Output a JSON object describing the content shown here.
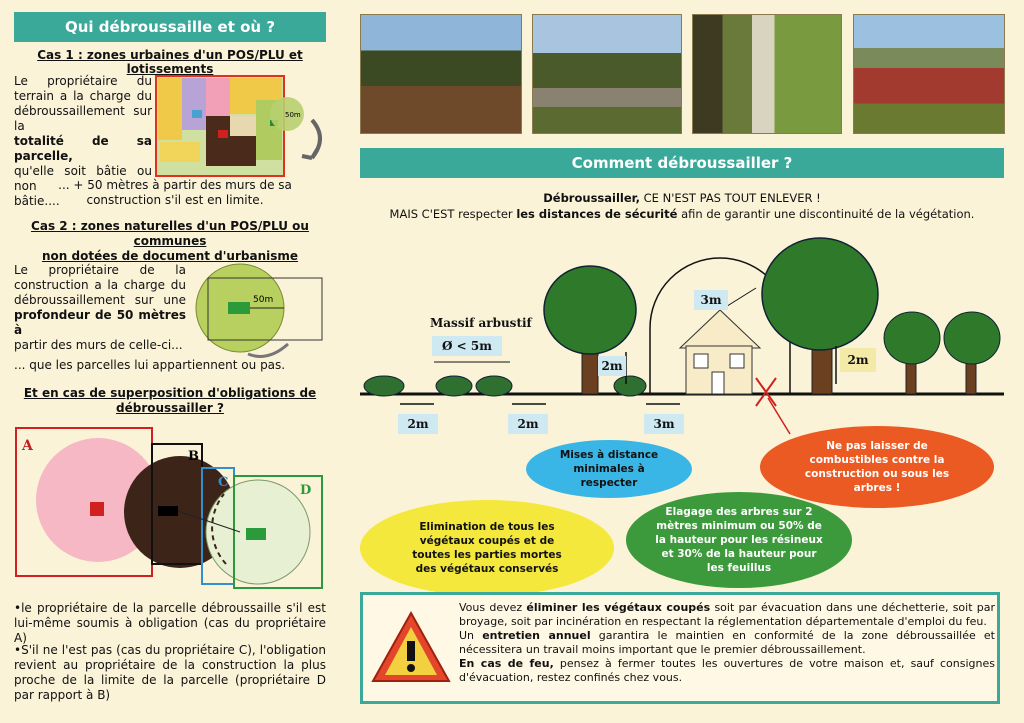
{
  "left": {
    "header": "Qui débroussaille et où ?",
    "cas1_title": "Cas 1 : zones urbaines d'un POS/PLU et lotissements",
    "cas1_l1": "Le propriétaire du",
    "cas1_l2": "terrain a la charge du",
    "cas1_l3": "débroussaillement sur la",
    "cas1_l4": "totalité de sa parcelle,",
    "cas1_l5": "qu'elle soit bâtie ou non",
    "cas1_l6": "bâtie....",
    "cas1_after1": "... + 50 mètres à partir des murs de sa",
    "cas1_after2": "construction s'il est en limite.",
    "cas1_50m": "50m",
    "cas2_title1": "Cas 2 : zones naturelles d'un POS/PLU ou communes",
    "cas2_title2": "non dotées de document d'urbanisme",
    "cas2_l1": "Le propriétaire de la",
    "cas2_l2": "construction a la charge du",
    "cas2_l3": "débroussaillement sur une",
    "cas2_l4": "profondeur de 50 mètres à",
    "cas2_l5": "partir des murs de celle-ci...",
    "cas2_after": "... que les parcelles lui appartiennent ou pas.",
    "cas2_50m": "50m",
    "overlap_title1": "Et en cas de superposition d'obligations de",
    "overlap_title2": "débroussailler ?",
    "labels": [
      "A",
      "B",
      "C",
      "D"
    ],
    "bullet1": "•le propriétaire de la parcelle débroussaille s'il est lui-même soumis à obligation (cas du propriétaire A)",
    "bullet2": "•S'il ne l'est pas (cas du propriétaire C), l'obligation revient au propriétaire de la construction la plus proche de la limite de la parcelle (propriétaire D par rapport à B)"
  },
  "right": {
    "header": "Comment débroussailler ?",
    "intro1_bold": "Débroussailler,",
    "intro1_rest": " CE N'EST PAS TOUT ENLEVER !",
    "intro2_a": "MAIS C'EST respecter ",
    "intro2_bold": "les distances de sécurité",
    "intro2_c": " afin de garantir une discontinuité de la végétation.",
    "massif": "Massif arbustif",
    "diam": "Ø  < 5m",
    "d3m_top": "3m",
    "d2m_mid": "2m",
    "d2m_right": "2m",
    "ground_dists": [
      "2m",
      "2m",
      "3m"
    ],
    "blue_ellipse": "Mises à distance minimales à respecter",
    "orange_ellipse": "Ne pas laisser de combustibles contre la construction ou sous les arbres !",
    "yellow_ellipse": "Elimination de tous les végétaux coupés et de toutes les parties mortes des végétaux conservés",
    "green_ellipse": "Elagage des arbres sur 2 mètres minimum ou 50% de la hauteur pour les résineux et 30% de la hauteur pour les feuillus",
    "box_p1_a": "Vous devez ",
    "box_p1_b": "éliminer les végétaux coupés",
    "box_p1_c": " soit par évacuation dans une déchetterie, soit par broyage, soit par incinération en respectant la réglementation départementale d'emploi du feu.",
    "box_p2_a": "Un ",
    "box_p2_b": "entretien annuel",
    "box_p2_c": " garantira le maintien en conformité de la zone débroussaillée et nécessitera un travail moins important que le premier débroussaillement.",
    "box_p3_a": "En cas de feu,",
    "box_p3_c": " pensez à fermer toutes les ouvertures de votre maison et, sauf consignes d'évacuation, restez confinés chez vous."
  },
  "colors": {
    "teal": "#3aa99a",
    "background": "#fbf3d8",
    "warning": "#e3462a"
  }
}
